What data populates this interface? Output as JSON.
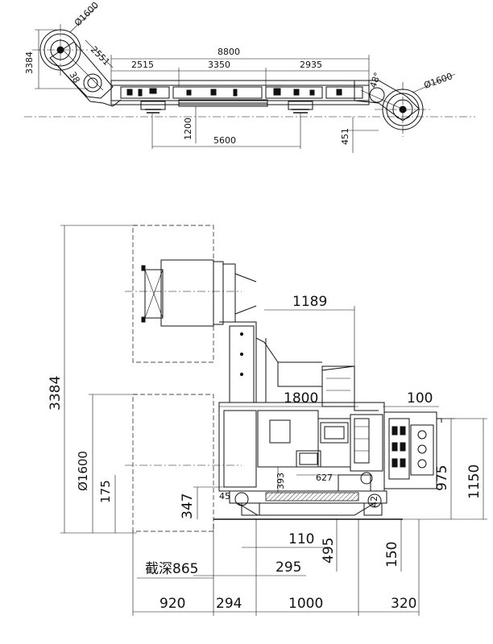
{
  "top_view": {
    "dims": {
      "d1600_left": "Ø1600",
      "d1600_right": "Ø1600",
      "h3384": "3384",
      "l2551": "2551",
      "l38": "38",
      "angle48": "48°",
      "total8800": "8800",
      "s2515": "2515",
      "s3350": "3350",
      "s2935": "2935",
      "h1200": "1200",
      "w5600": "5600",
      "h451": "451"
    }
  },
  "front_view": {
    "dims": {
      "h3384": "3384",
      "d1600": "Ø1600",
      "h175": "175",
      "w1189": "1189",
      "w1800": "1800",
      "w100": "100",
      "h975": "975",
      "h1150": "1150",
      "h347": "347",
      "v45": "45",
      "v393": "393",
      "v627": "627",
      "v42": "42",
      "w110": "110",
      "h495": "495",
      "h150": "150",
      "w295": "295",
      "cut_depth": "截深865",
      "w920": "920",
      "w294": "294",
      "w1000": "1000",
      "w320": "320"
    }
  }
}
